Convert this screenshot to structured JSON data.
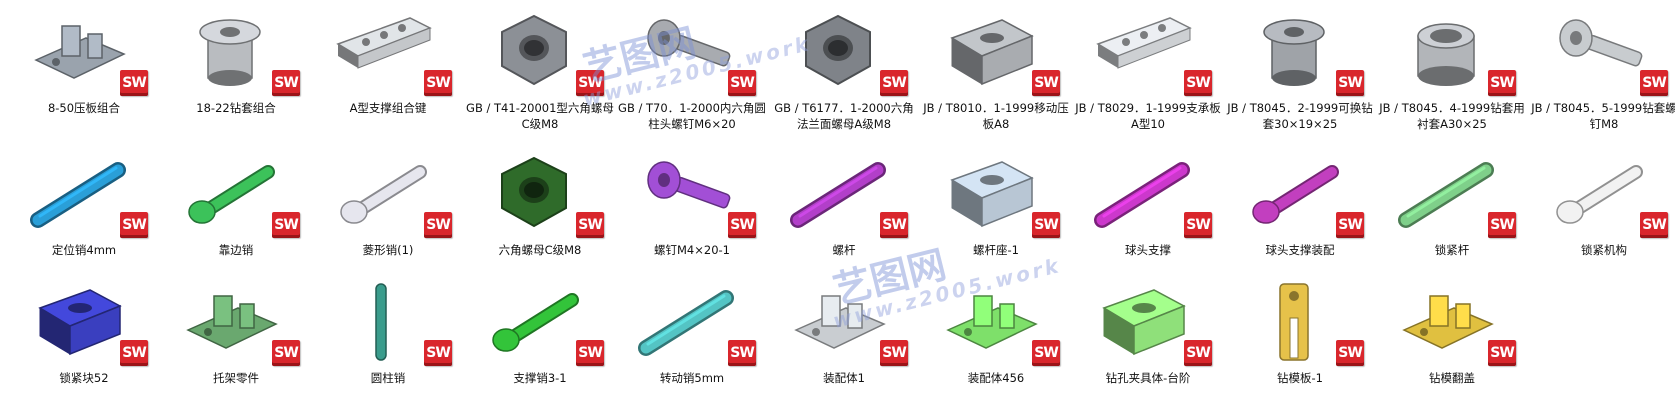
{
  "badge_text": "SW",
  "watermark": {
    "title": "艺图网",
    "url": "www.z2005.work"
  },
  "colors": {
    "badge": "#d9262c"
  },
  "files": [
    {
      "label": "8-50压板组合",
      "icon": "clamp-assembly-icon",
      "color": "#9aa3ad",
      "shape": "assembly"
    },
    {
      "label": "18-22钻套组合",
      "icon": "bushing-assembly-icon",
      "color": "#b9bcc0",
      "shape": "bushing"
    },
    {
      "label": "A型支撑组合键",
      "icon": "support-key-icon",
      "color": "#c4c7ca",
      "shape": "plate"
    },
    {
      "label": "GB / T41-20001型六角螺母C级M8",
      "icon": "hex-nut-icon",
      "color": "#8c9096",
      "shape": "nut"
    },
    {
      "label": "GB / T70．1-2000内六角圆柱头螺钉M6×20",
      "icon": "socket-screw-icon",
      "color": "#a8abb0",
      "shape": "screw"
    },
    {
      "label": "GB / T6177．1-2000六角法兰面螺母A级M8",
      "icon": "flange-nut-icon",
      "color": "#7f8389",
      "shape": "nut"
    },
    {
      "label": "JB / T8010．1-1999移动压板A8",
      "icon": "moving-plate-icon",
      "color": "#a9acb0",
      "shape": "block"
    },
    {
      "label": "JB / T8029．1-1999支承板A型10",
      "icon": "support-plate-icon",
      "color": "#cdd0d3",
      "shape": "plate"
    },
    {
      "label": "JB / T8045．2-1999可换钻套30×19×25",
      "icon": "drill-bushing-icon",
      "color": "#9fa3a8",
      "shape": "bushing"
    },
    {
      "label": "JB / T8045．4-1999钻套用衬套A30×25",
      "icon": "liner-bushing-icon",
      "color": "#b2b5b9",
      "shape": "ring"
    },
    {
      "label": "JB / T8045．5-1999钻套螺钉M8",
      "icon": "bushing-screw-icon",
      "color": "#c8cccf",
      "shape": "screw"
    },
    {
      "label": "定位销4mm",
      "icon": "locating-pin-icon",
      "color": "#2a9fd8",
      "shape": "rod"
    },
    {
      "label": "靠边销",
      "icon": "side-pin-icon",
      "color": "#3cc25a",
      "shape": "pin"
    },
    {
      "label": "菱形销(1)",
      "icon": "diamond-pin-icon",
      "color": "#e6e6ee",
      "shape": "pin"
    },
    {
      "label": "六角螺母C级M8",
      "icon": "hex-nut-icon",
      "color": "#2f6b2a",
      "shape": "nut"
    },
    {
      "label": "螺钉M4×20-1",
      "icon": "screw-icon",
      "color": "#a24fd6",
      "shape": "screw"
    },
    {
      "label": "螺杆",
      "icon": "threaded-rod-icon",
      "color": "#b23fc9",
      "shape": "rod"
    },
    {
      "label": "螺杆座-1",
      "icon": "rod-seat-icon",
      "color": "#b8c6d4",
      "shape": "block"
    },
    {
      "label": "球头支撑",
      "icon": "ball-support-icon",
      "color": "#cc38cc",
      "shape": "rod"
    },
    {
      "label": "球头支撑装配",
      "icon": "ball-support-assembly-icon",
      "color": "#c23fbf",
      "shape": "pin"
    },
    {
      "label": "锁紧杆",
      "icon": "locking-rod-icon",
      "color": "#7fd08a",
      "shape": "rod"
    },
    {
      "label": "锁紧机构",
      "icon": "locking-mechanism-icon",
      "color": "#f2f2f2",
      "shape": "pin"
    },
    {
      "label": "锁紧块52",
      "icon": "locking-block-icon",
      "color": "#3a3fbf",
      "shape": "block"
    },
    {
      "label": "托架零件",
      "icon": "bracket-part-icon",
      "color": "#6aa86f",
      "shape": "assembly"
    },
    {
      "label": "圆柱销",
      "icon": "cylinder-pin-icon",
      "color": "#3a9c8c",
      "shape": "vrod"
    },
    {
      "label": "支撑销3-1",
      "icon": "support-pin-icon",
      "color": "#33c43a",
      "shape": "pin"
    },
    {
      "label": "转动销5mm",
      "icon": "pivot-pin-icon",
      "color": "#54c4c4",
      "shape": "rod"
    },
    {
      "label": "装配体1",
      "icon": "assembly-icon",
      "color": "#c9cdd1",
      "shape": "assembly"
    },
    {
      "label": "装配体456",
      "icon": "assembly-icon",
      "color": "#7ee06a",
      "shape": "assembly"
    },
    {
      "label": "钻孔夹具体-台阶",
      "icon": "drill-fixture-icon",
      "color": "#8fe07a",
      "shape": "block"
    },
    {
      "label": "钻模板-1",
      "icon": "drill-template-icon",
      "color": "#e6c24a",
      "shape": "vplate"
    },
    {
      "label": "钻模翻盖",
      "icon": "drill-cover-icon",
      "color": "#e0c040",
      "shape": "assembly"
    }
  ]
}
